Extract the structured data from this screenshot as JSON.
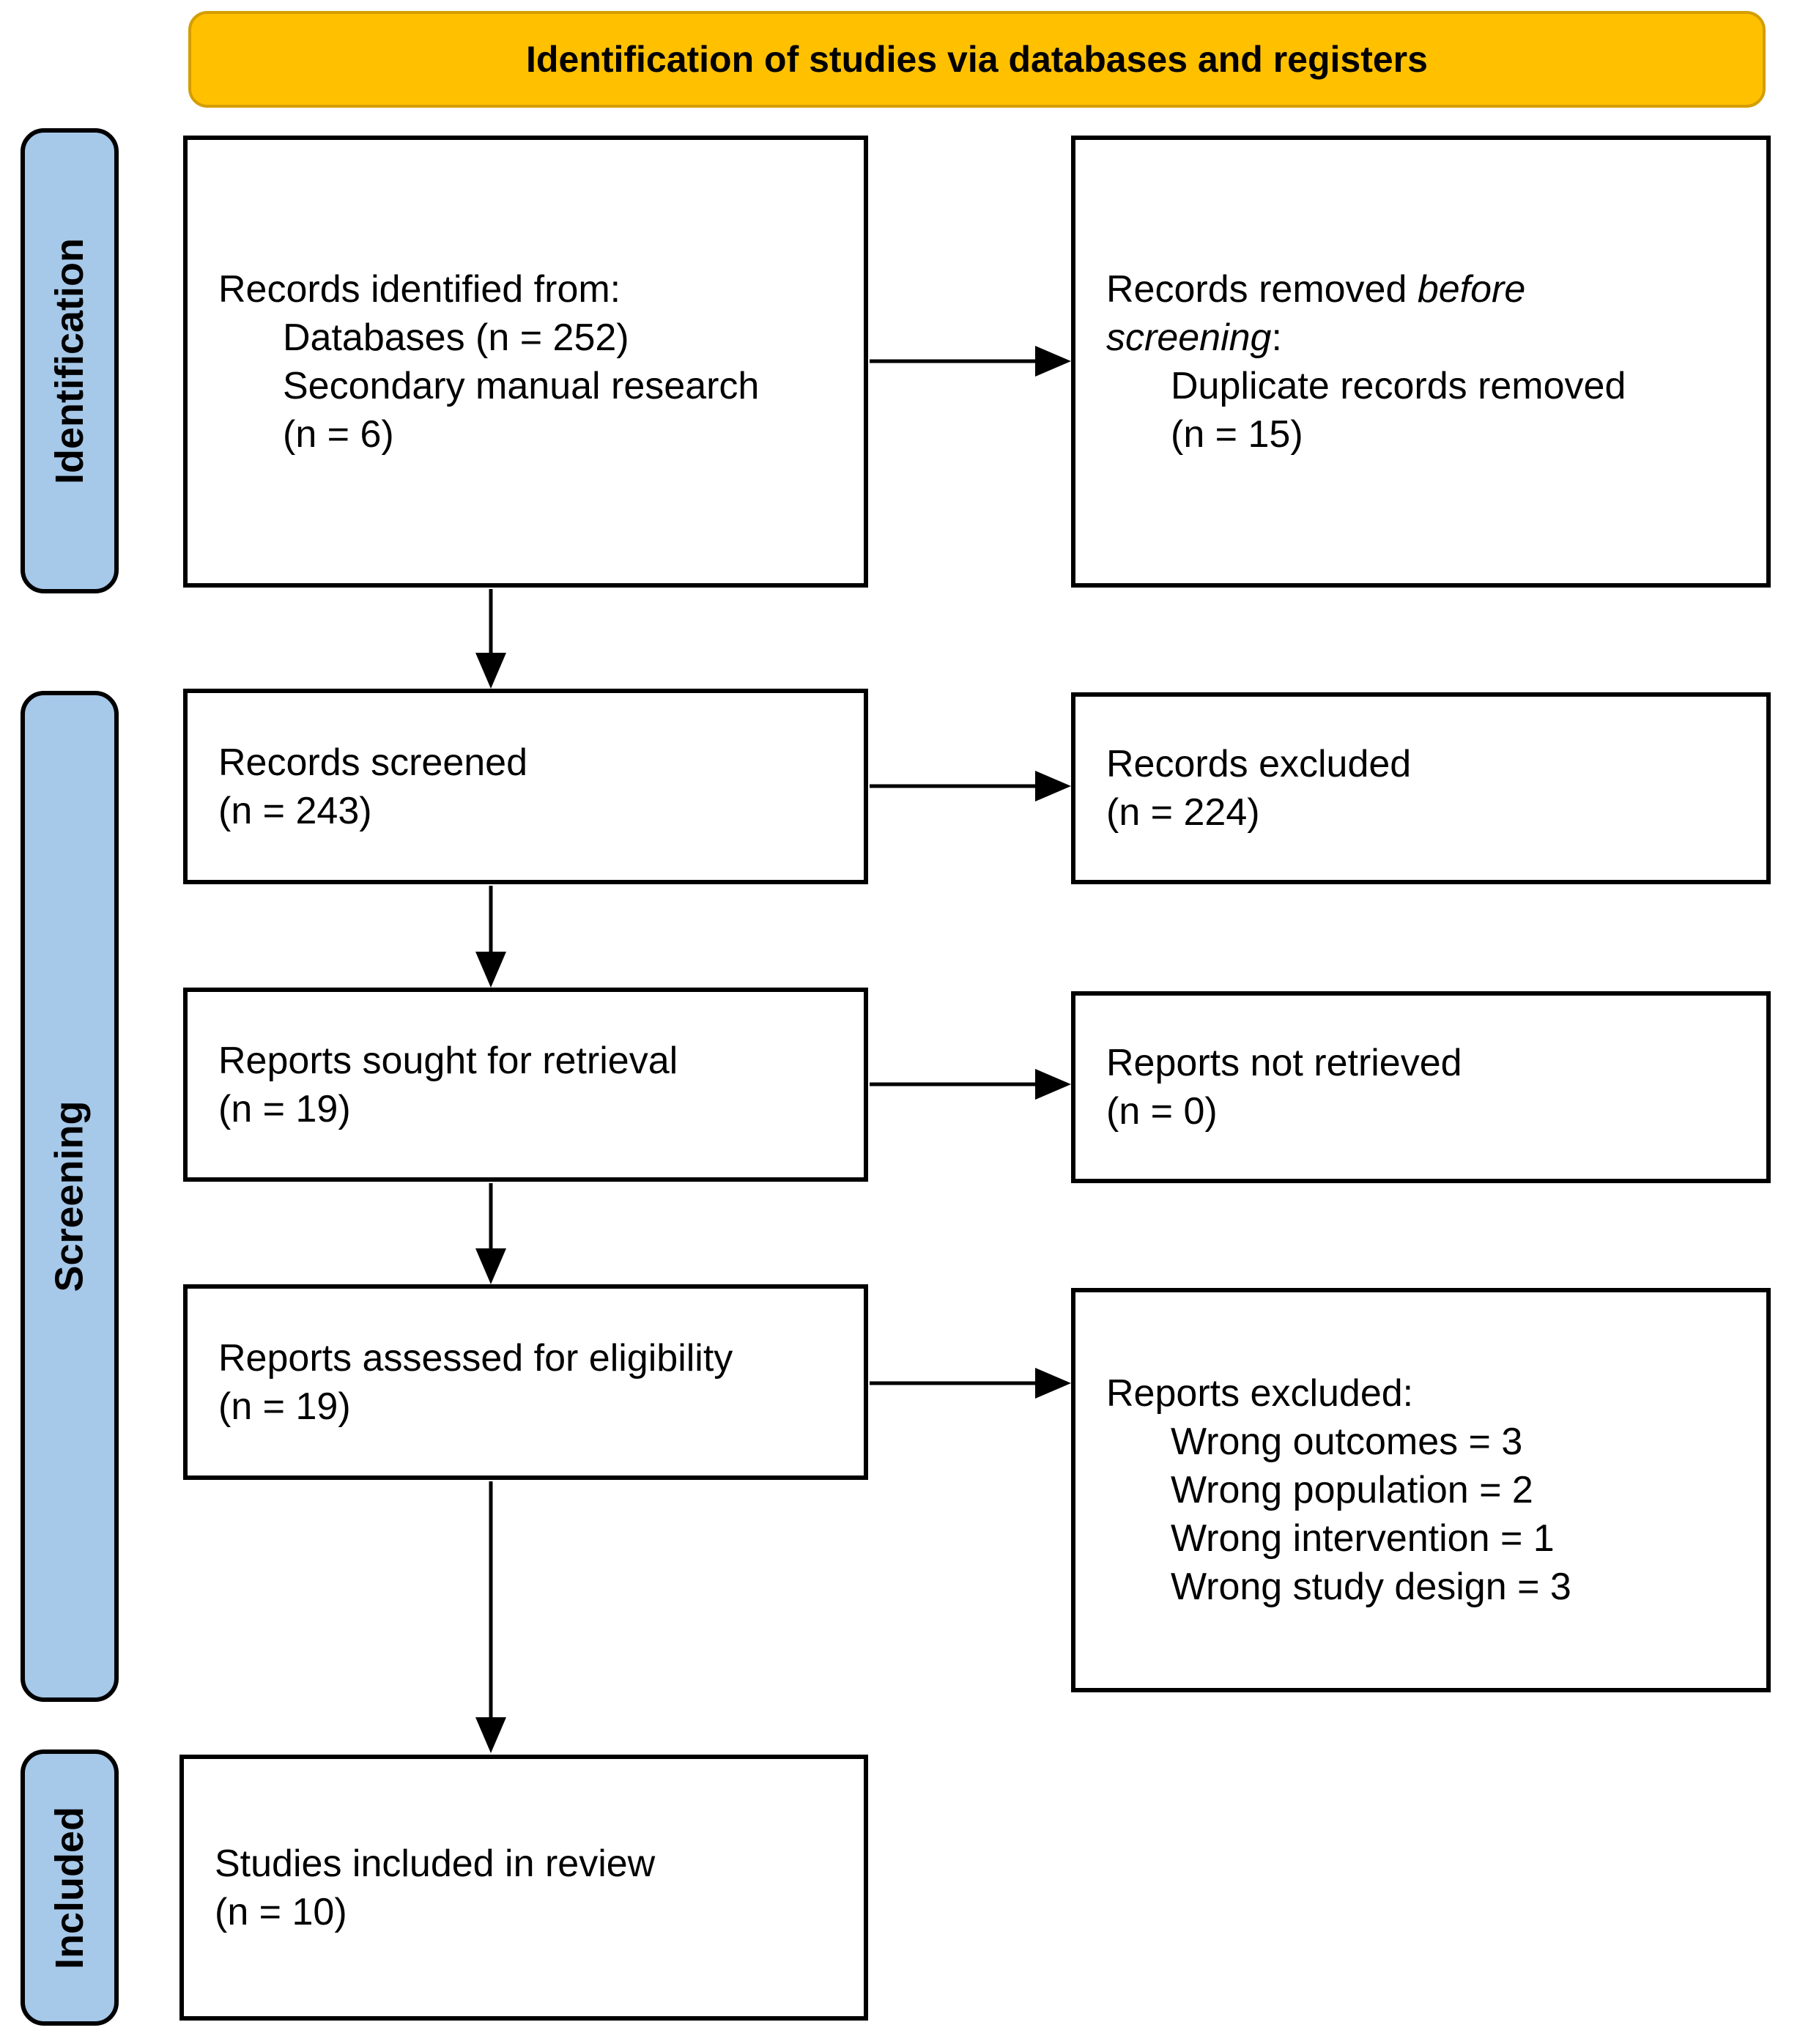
{
  "title": "Identification of studies via databases and registers",
  "colors": {
    "banner_bg": "#FFC000",
    "banner_border": "#D49D00",
    "stage_bg": "#A6C8E9",
    "stage_border": "#000000",
    "box_border": "#000000",
    "text": "#000000"
  },
  "stages": [
    {
      "label": "Identification"
    },
    {
      "label": "Screening"
    },
    {
      "label": "Included"
    }
  ],
  "boxes": {
    "records_identified": {
      "title": "Records identified from:",
      "items": [
        "Databases (n = 252)",
        "Secondary manual research",
        "(n = 6)"
      ]
    },
    "records_removed": {
      "pre_italic": "Records removed ",
      "italic1": "before",
      "italic2": "screening",
      "post_italic": ":",
      "items": [
        "Duplicate records removed",
        "(n = 15)"
      ]
    },
    "records_screened": {
      "line1": "Records screened",
      "line2": "(n = 243)"
    },
    "records_excluded": {
      "line1": "Records excluded",
      "line2": "(n = 224)"
    },
    "reports_sought": {
      "line1": "Reports sought for retrieval",
      "line2": "(n = 19)"
    },
    "reports_not_retrieved": {
      "line1": "Reports not retrieved",
      "line2": "(n = 0)"
    },
    "reports_assessed": {
      "line1": "Reports assessed for eligibility",
      "line2": "(n = 19)"
    },
    "reports_excluded": {
      "title": "Reports excluded:",
      "items": [
        "Wrong outcomes = 3",
        "Wrong population = 2",
        "Wrong intervention = 1",
        "Wrong study design = 3"
      ]
    },
    "studies_included": {
      "line1": "Studies included in review",
      "line2": "(n = 10)"
    }
  }
}
